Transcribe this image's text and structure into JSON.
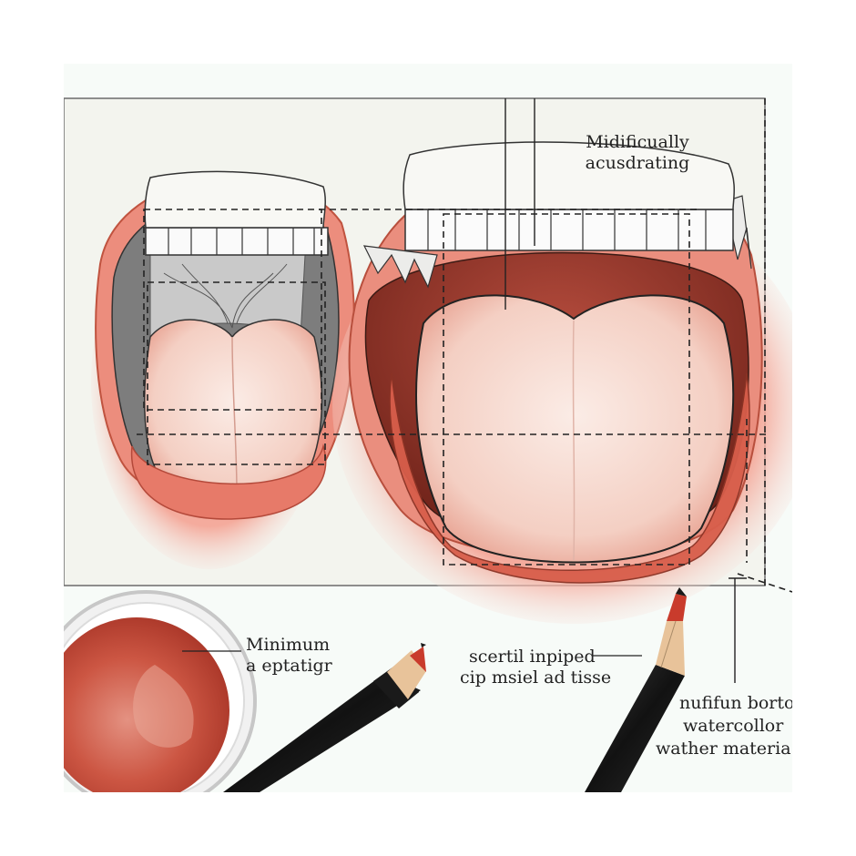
{
  "colors": {
    "paper": "#f7fbf8",
    "sheet": "#f3f4ee",
    "lip_red": "#e46f5f",
    "tongue_pink": "#f6d6cb",
    "throat_dark": "#8c3125",
    "pencil_body": "#1d1d1d",
    "pencil_wood": "#e8c39a",
    "pencil_tip": "#c93b2c",
    "watercolor_red": "#c84b39"
  },
  "labels": {
    "top_line1": "Midificually",
    "top_line2": "acusdrating",
    "left_line1": "Minimum",
    "left_line2": "a eptatigr",
    "mid_line1": "scertil inpiped",
    "mid_line2": "cip msiel ad tisse",
    "right_line1": "nufifun borto",
    "right_line2": "watercollor",
    "right_line3": "wather materia"
  },
  "icons": {
    "left_mouth": "mouth-open-illustration",
    "right_mouth": "mouth-open-illustration",
    "paint_pan": "watercolor-pan",
    "pencils": "pencil"
  }
}
